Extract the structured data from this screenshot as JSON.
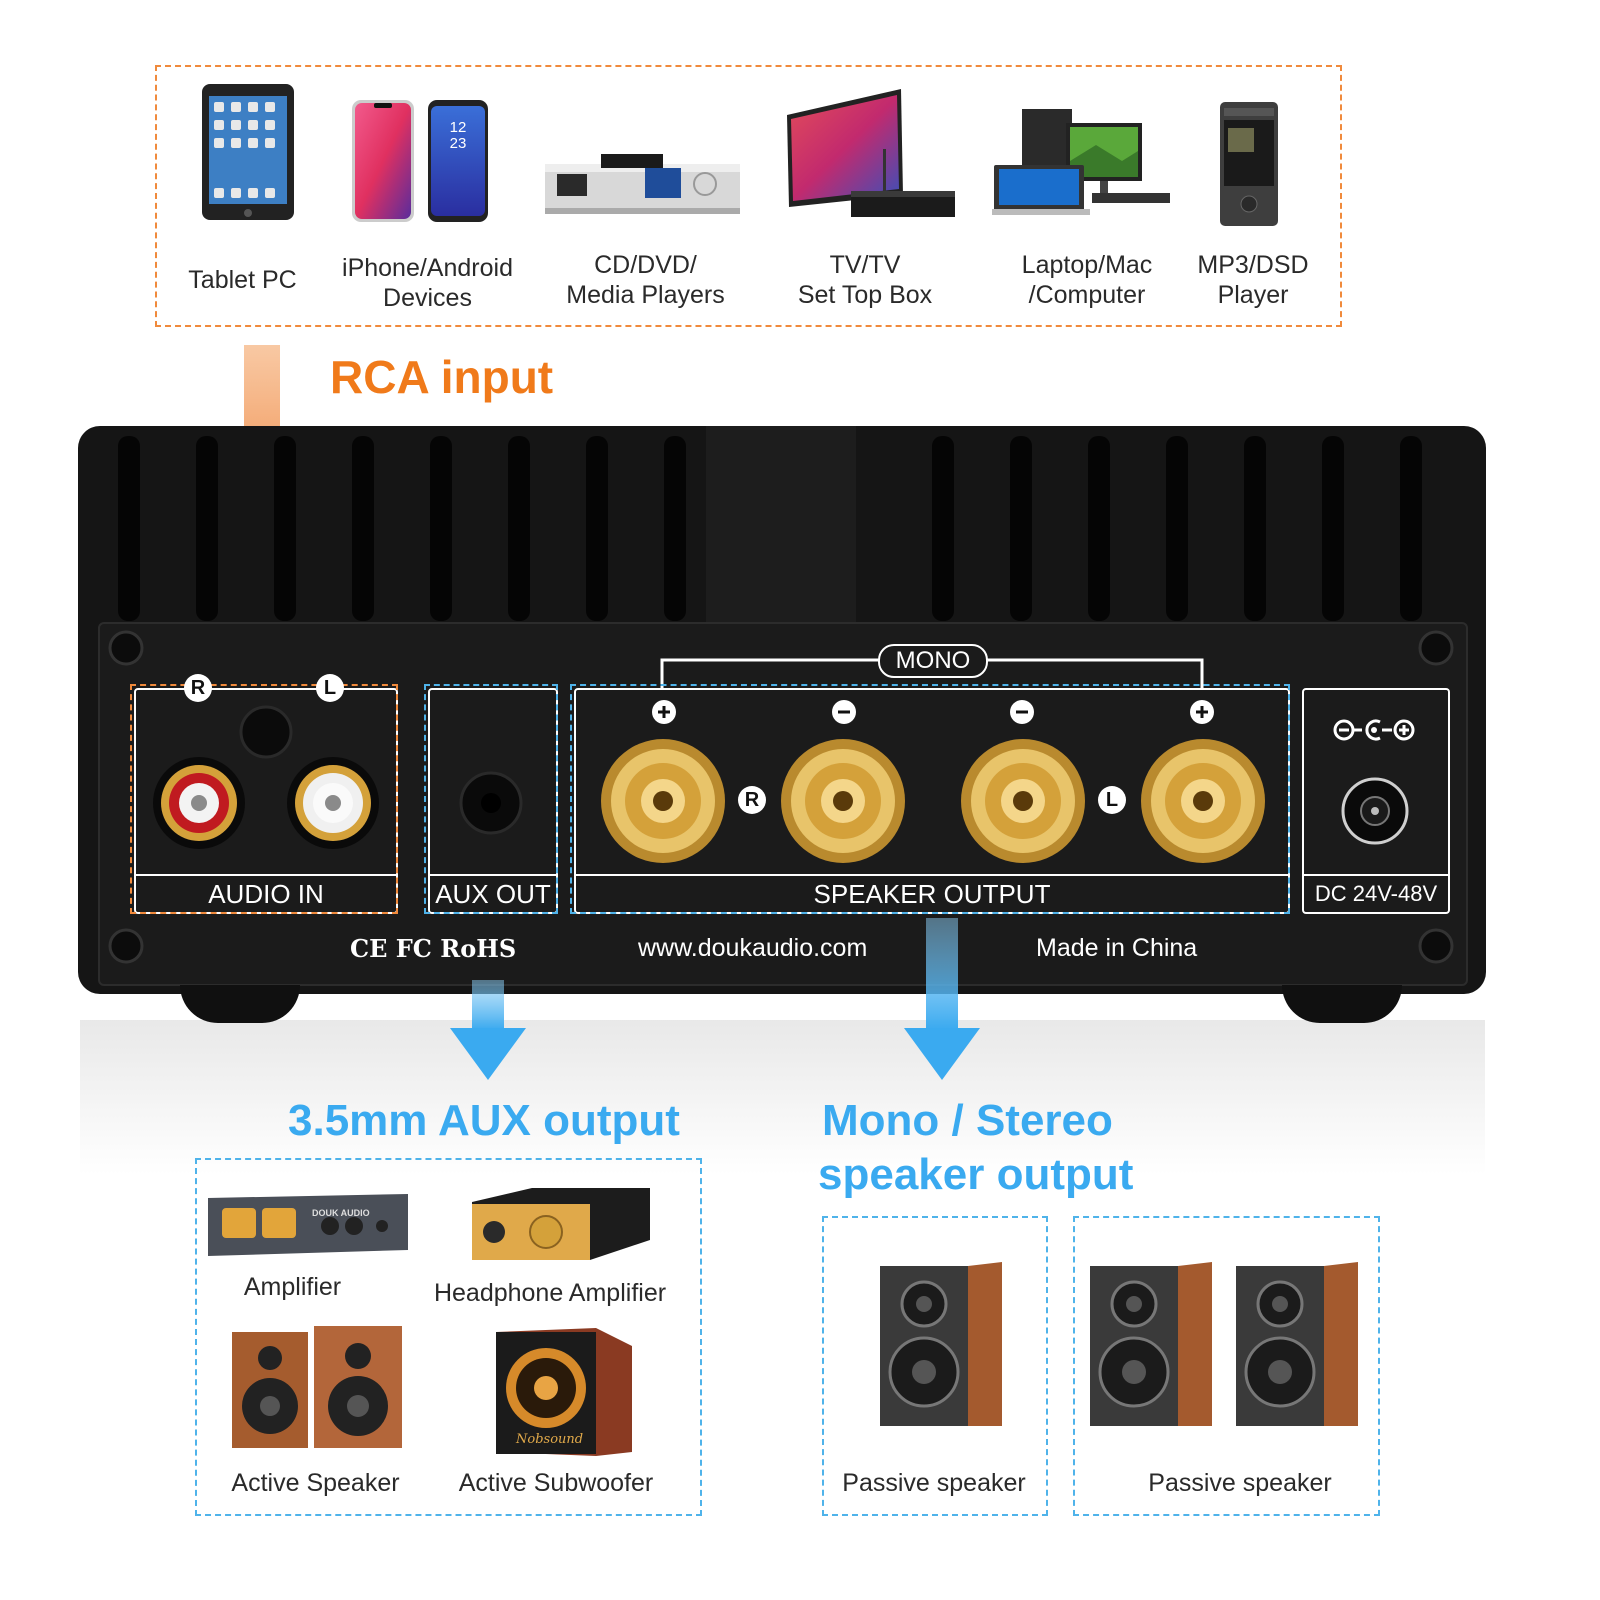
{
  "sources": {
    "items": [
      {
        "label": "Tablet PC",
        "icon": "tablet-icon"
      },
      {
        "label": "iPhone/Android\nDevices",
        "icon": "smartphone-icon"
      },
      {
        "label": "CD/DVD/\nMedia Players",
        "icon": "media-player-icon"
      },
      {
        "label": "TV/TV\nSet Top Box",
        "icon": "tv-icon"
      },
      {
        "label": "Laptop/Mac\n/Computer",
        "icon": "computer-icon"
      },
      {
        "label": "MP3/DSD\nPlayer",
        "icon": "mp3-player-icon"
      }
    ],
    "phone_clock": "12\n23"
  },
  "rca_input_title": "RCA input",
  "device": {
    "badge_r": "R",
    "badge_l": "L",
    "mono_label": "MONO",
    "audio_in_label": "AUDIO IN",
    "aux_out_label": "AUX OUT",
    "speaker_output_label": "SPEAKER OUTPUT",
    "dc_label": "DC 24V-48V",
    "terminal_r": "R",
    "terminal_l": "L",
    "certifications": "CE FC RoHS",
    "website": "www.doukaudio.com",
    "made_in": "Made in China",
    "amp_brand": "DOUK AUDIO",
    "subwoofer_brand": "Nobsound"
  },
  "aux_output": {
    "title": "3.5mm AUX output",
    "items": [
      {
        "label": "Amplifier"
      },
      {
        "label": "Headphone Amplifier"
      },
      {
        "label": "Active Speaker"
      },
      {
        "label": "Active Subwoofer"
      }
    ]
  },
  "speaker_output": {
    "title_line1": "Mono / Stereo",
    "title_line2": "speaker output",
    "mono_box_label": "Passive speaker",
    "stereo_box_label": "Passive speaker"
  },
  "colors": {
    "accent_orange": "#f07a1a",
    "accent_blue": "#3aaaf0",
    "chassis": "#1a1a1a",
    "gold": "#d4a13a"
  }
}
